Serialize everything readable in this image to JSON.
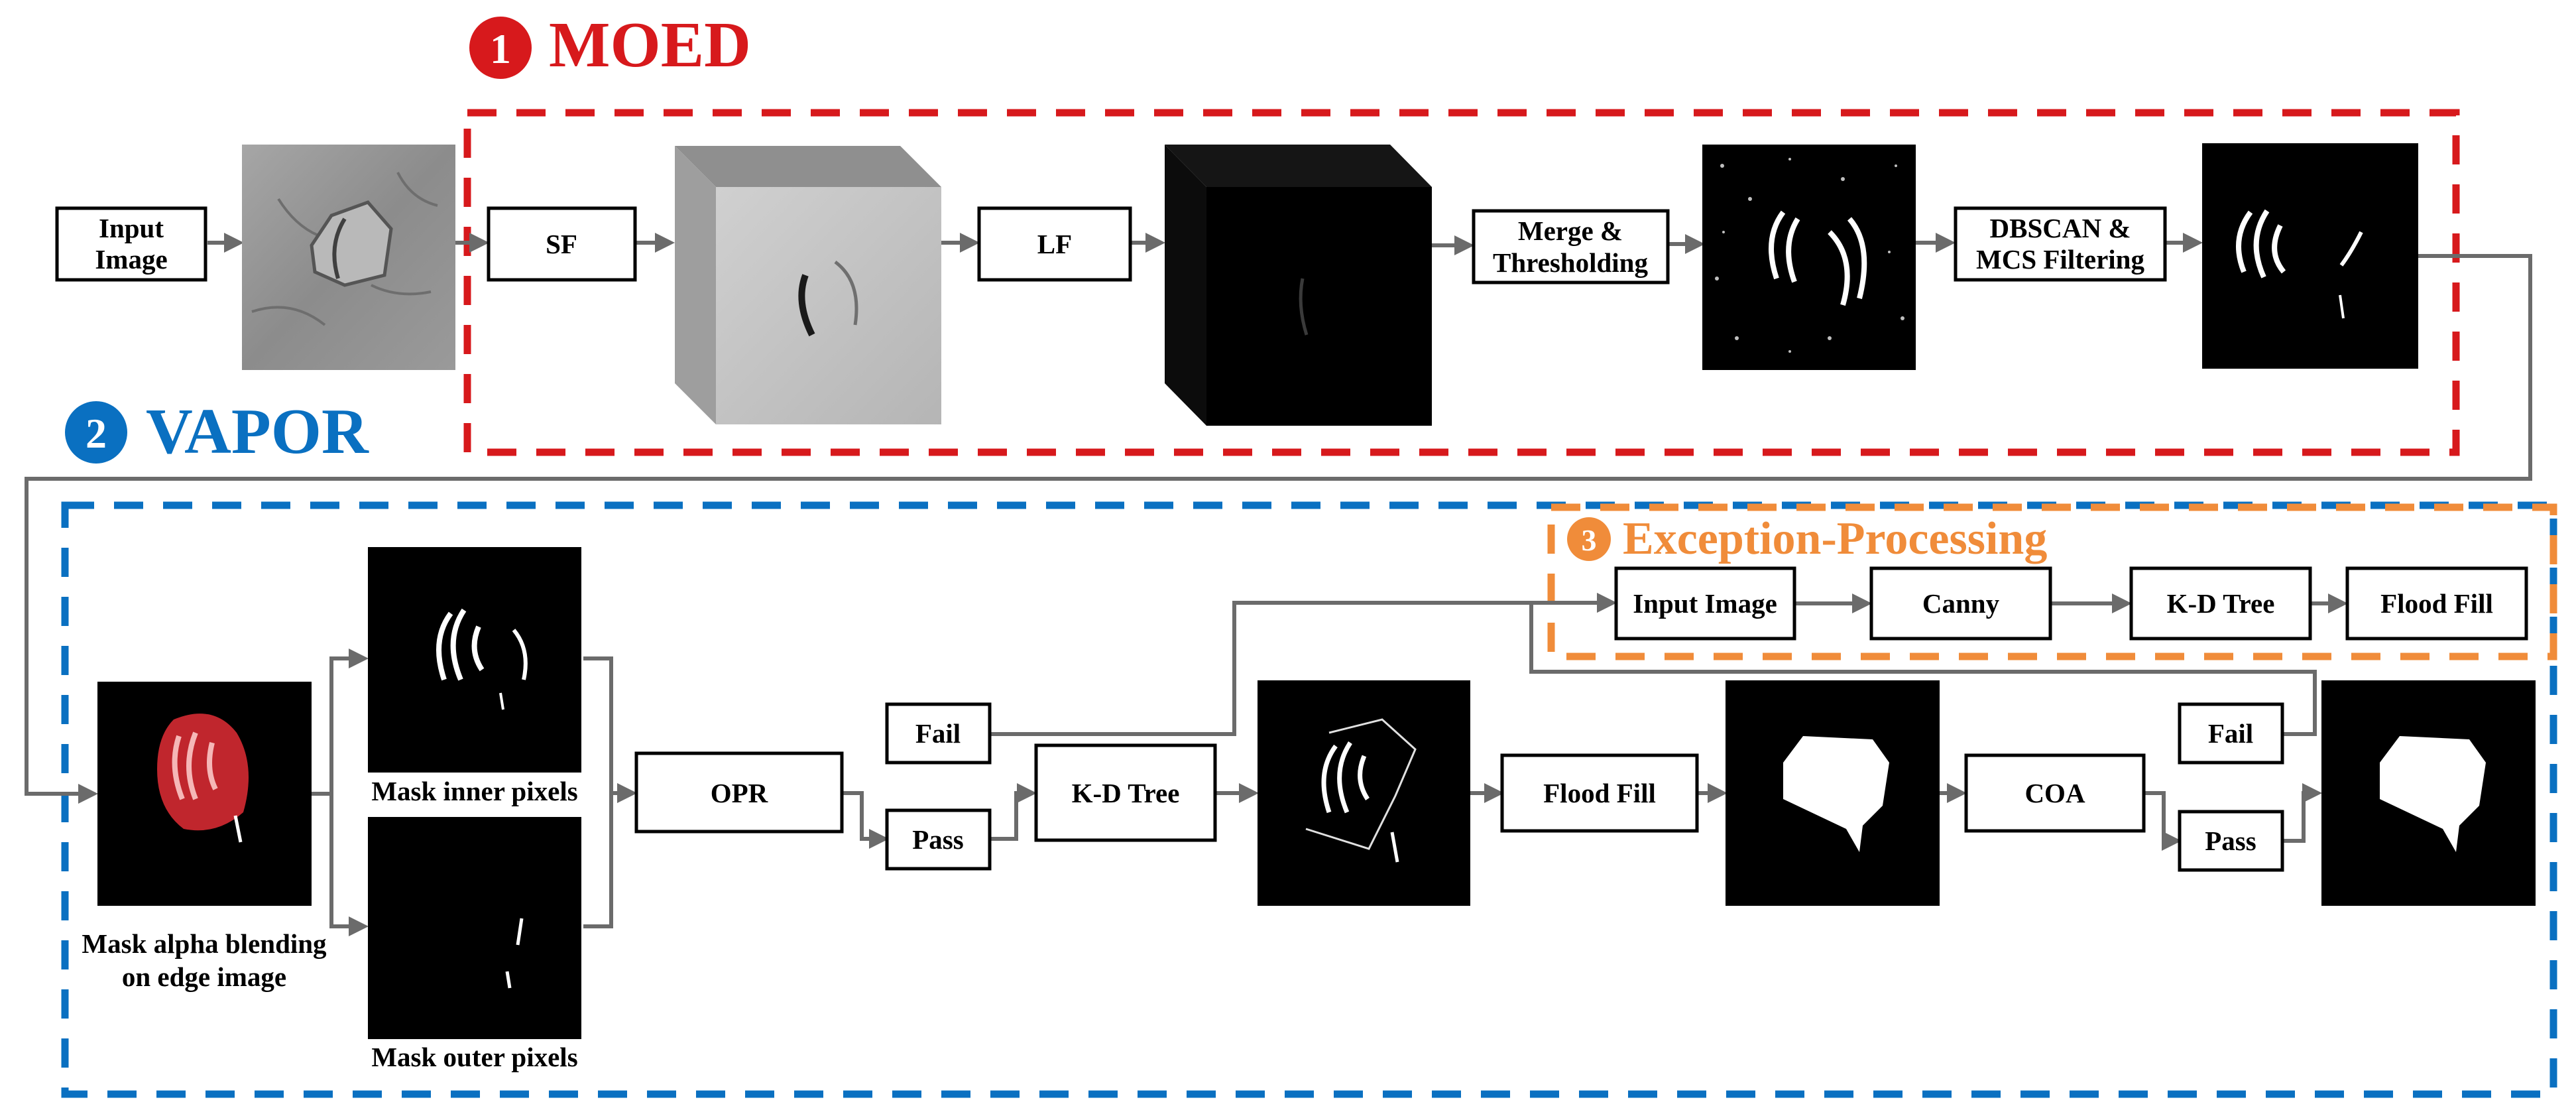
{
  "colors": {
    "moed": "#d7191c",
    "vapor": "#0a70c1",
    "exception": "#f08c3a",
    "arrow": "#6b6b6b",
    "box_border": "#000000"
  },
  "sections": {
    "moed": {
      "number": "1",
      "title": "MOED"
    },
    "vapor": {
      "number": "2",
      "title": "VAPOR"
    },
    "exception": {
      "number": "3",
      "title": "Exception-Processing"
    }
  },
  "moed_row": {
    "input_image_line1": "Input",
    "input_image_line2": "Image",
    "sf": "SF",
    "lf": "LF",
    "merge_line1": "Merge &",
    "merge_line2": "Thresholding",
    "dbscan_line1": "DBSCAN &",
    "dbscan_line2": "MCS Filtering"
  },
  "exception_row": {
    "input_image": "Input Image",
    "canny": "Canny",
    "kd_tree": "K-D Tree",
    "flood_fill": "Flood Fill"
  },
  "vapor_row": {
    "blend_caption_line1": "Mask alpha blending",
    "blend_caption_line2": "on edge image",
    "inner_caption": "Mask inner pixels",
    "outer_caption": "Mask outer pixels",
    "opr": "OPR",
    "fail1": "Fail",
    "pass1": "Pass",
    "kd_tree": "K-D Tree",
    "flood_fill": "Flood Fill",
    "coa": "COA",
    "fail2": "Fail",
    "pass2": "Pass"
  }
}
